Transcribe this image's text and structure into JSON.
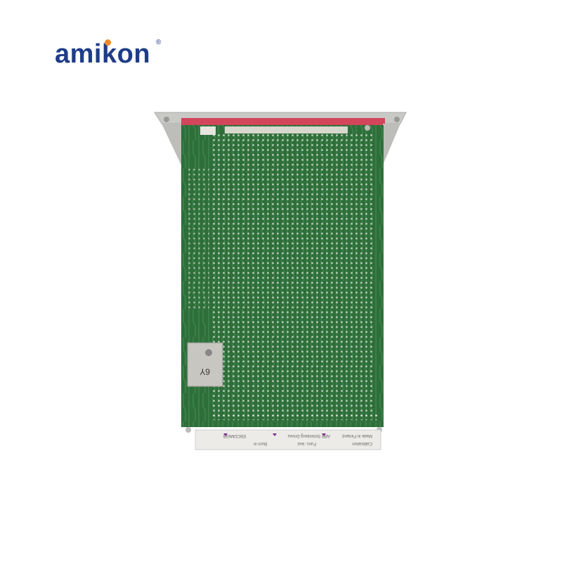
{
  "brand": {
    "name": "amikon",
    "registered_mark": "®",
    "accent_color": "#f08a24",
    "text_color": "#1f3c88"
  },
  "label_strip": {
    "fields": [
      "Calibration",
      "Func. test",
      "Burn in",
      "Made in Finland",
      "ABB Strömberg Drives"
    ],
    "serial": "EBCDM63B"
  },
  "handwritten_mark": "6Y"
}
